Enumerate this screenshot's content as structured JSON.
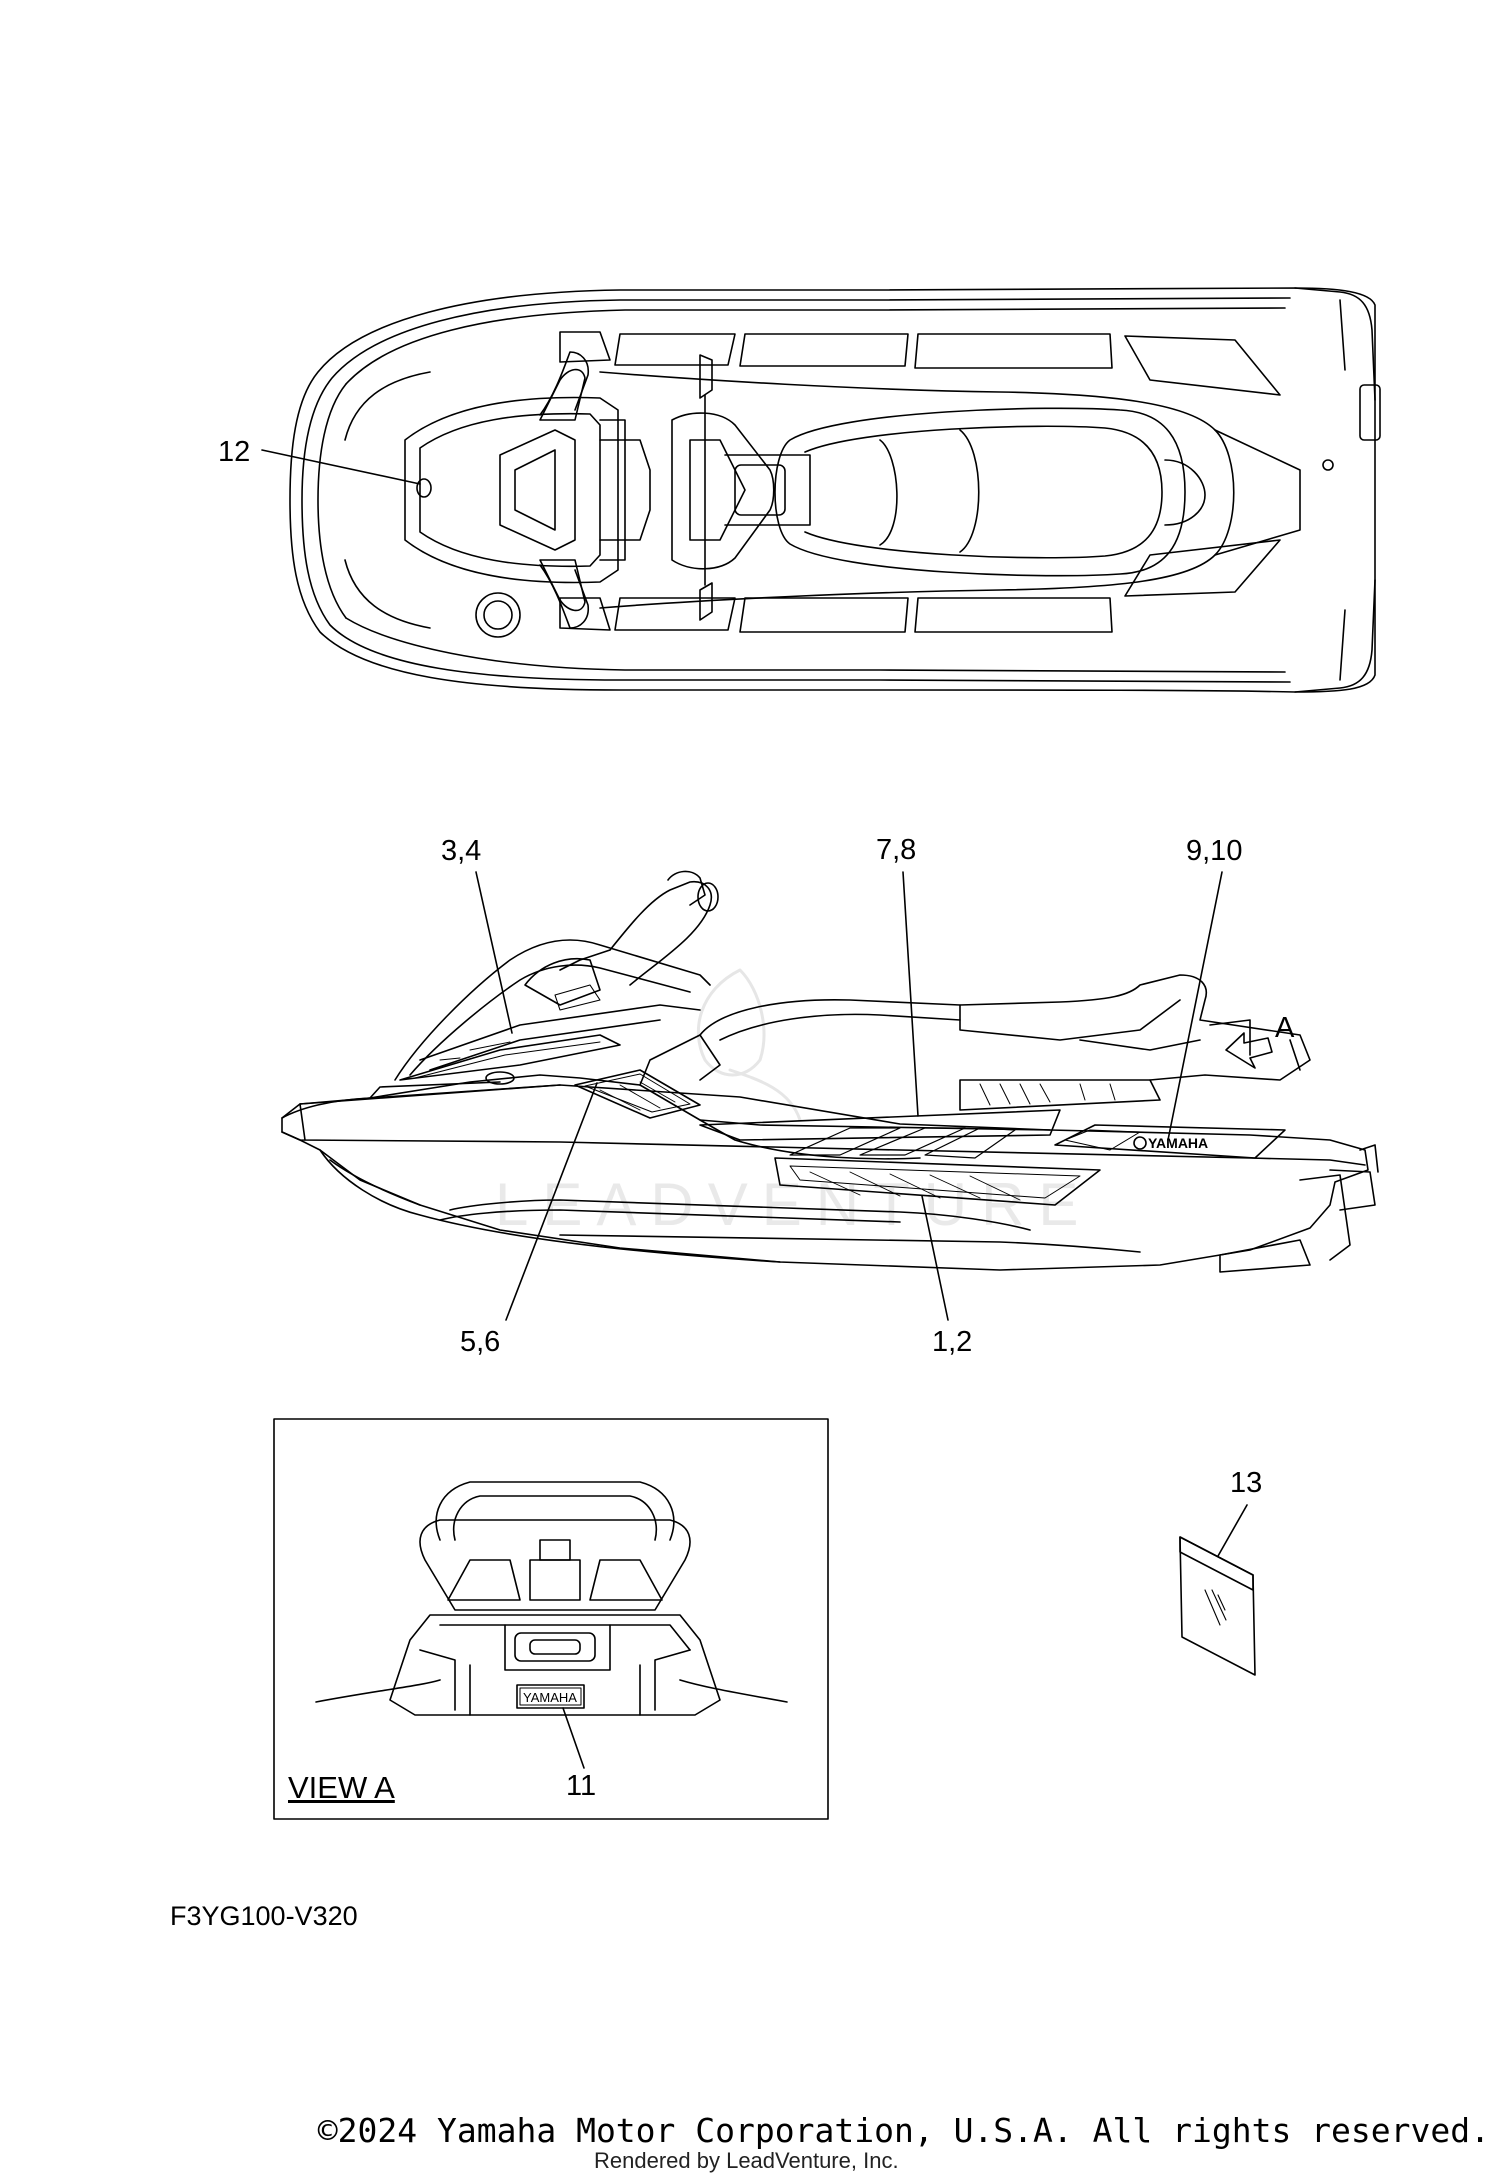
{
  "diagram": {
    "callouts": {
      "c12": "12",
      "c34": "3,4",
      "c78": "7,8",
      "c910": "9,10",
      "cA": "A",
      "c56": "5,6",
      "c12b": "1,2",
      "c13": "13",
      "c11": "11"
    },
    "view_label": "VIEW A",
    "badge_text": "YAMAHA",
    "badge_text_small": "YAMAHA",
    "diagram_code": "F3YG100-V320"
  },
  "footer": {
    "copyright": "©2024 Yamaha Motor Corporation, U.S.A. All rights reserved.",
    "rendered_by": "Rendered by LeadVenture, Inc."
  },
  "colors": {
    "line": "#000000",
    "background": "#ffffff",
    "watermark": "#e6e6e6"
  }
}
